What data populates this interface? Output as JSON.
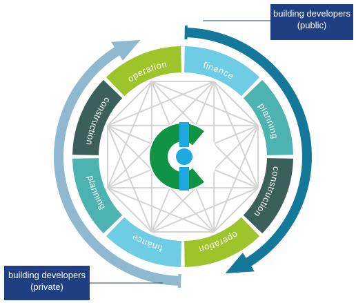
{
  "callouts": {
    "public": {
      "line1": "building developers",
      "line2": "(public)",
      "color": "#1f3f82"
    },
    "private": {
      "line1": "building developers",
      "line2": "(private)",
      "color": "#1f3f82"
    }
  },
  "segments": [
    {
      "id": "finance-top",
      "label": "finance",
      "color": "#6ecde5"
    },
    {
      "id": "planning-right",
      "label": "planning",
      "color": "#4db3b0"
    },
    {
      "id": "construction-right",
      "label": "construction",
      "color": "#3b5f5b"
    },
    {
      "id": "operation-bottom",
      "label": "operation",
      "color": "#9dc42b"
    },
    {
      "id": "finance-bottom",
      "label": "finance",
      "color": "#6ecde5"
    },
    {
      "id": "planning-left",
      "label": "planning",
      "color": "#4db3b0"
    },
    {
      "id": "construction-left",
      "label": "construction",
      "color": "#3b5f5b"
    },
    {
      "id": "operation-top",
      "label": "operation",
      "color": "#9dc42b"
    }
  ],
  "colors": {
    "arrow_public": "#13789a",
    "arrow_private": "#8fb9d1",
    "network_lines": "#d3d3d3",
    "logo_green": "#0e9444",
    "logo_blue": "#1ba9df"
  },
  "icons": {
    "center": "company-logo-icon"
  }
}
